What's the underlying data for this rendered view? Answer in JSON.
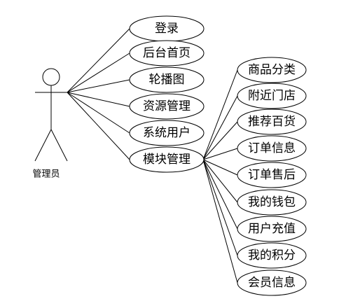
{
  "diagram": {
    "type": "use-case",
    "actor": {
      "label": "管理员"
    },
    "use_cases": [
      {
        "label": "登录"
      },
      {
        "label": "后台首页"
      },
      {
        "label": "轮播图"
      },
      {
        "label": "资源管理"
      },
      {
        "label": "系统用户"
      },
      {
        "label": "模块管理",
        "children": [
          {
            "label": "商品分类"
          },
          {
            "label": "附近门店"
          },
          {
            "label": "推荐百货"
          },
          {
            "label": "订单信息"
          },
          {
            "label": "订单售后"
          },
          {
            "label": "我的钱包"
          },
          {
            "label": "用户充值"
          },
          {
            "label": "我的积分"
          },
          {
            "label": "会员信息"
          }
        ]
      }
    ]
  }
}
